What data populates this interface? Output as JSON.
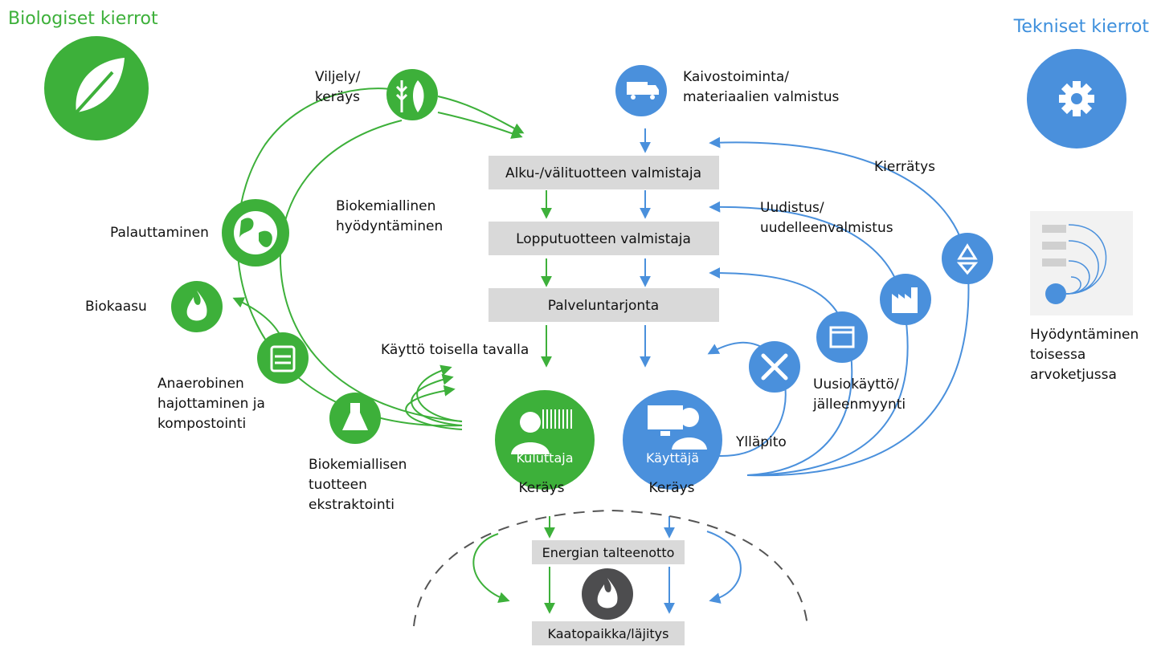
{
  "colors": {
    "green": "#3db03a",
    "blue": "#4a90dc",
    "gray_box": "#d9d9d9",
    "dark_icon": "#4d4d4f"
  },
  "headers": {
    "bio": "Biologiset kierrot",
    "tech": "Tekniset kierrot"
  },
  "boxes": {
    "manufacturer": "Alku-/välituotteen valmistaja",
    "product": "Lopputuotteen valmistaja",
    "service": "Palveluntarjonta",
    "energy": "Energian talteenotto",
    "landfill": "Kaatopaikka/läjitys"
  },
  "bio": {
    "farming_1": "Viljely/",
    "farming_2": "keräys",
    "biochem_1": "Biokemiallinen",
    "biochem_2": "hyödyntäminen",
    "restoration": "Palauttaminen",
    "biogas": "Biokaasu",
    "anaerobic_1": "Anaerobinen",
    "anaerobic_2": "hajottaminen ja",
    "anaerobic_3": "kompostointi",
    "extraction_1": "Biokemiallisen",
    "extraction_2": "tuotteen",
    "extraction_3": "ekstraktointi",
    "cascade": "Käyttö toisella tavalla",
    "consumer": "Kuluttaja",
    "collection": "Keräys"
  },
  "tech": {
    "mining_1": "Kaivostoiminta/",
    "mining_2": "materiaalien valmistus",
    "recycling": "Kierrätys",
    "remanufacture_1": "Uudistus/",
    "remanufacture_2": "uudelleenvalmistus",
    "reuse_1": "Uusiokäyttö/",
    "reuse_2": "jälleenmyynti",
    "maintenance": "Ylläpito",
    "user": "Käyttäjä",
    "collection": "Keräys",
    "other_chain_1": "Hyödyntäminen",
    "other_chain_2": "toisessa",
    "other_chain_3": "arvoketjussa"
  },
  "icons": {
    "leaf": "leaf-icon",
    "gear": "gear-icon",
    "wheat": "wheat-fish-icon",
    "truck": "truck-icon",
    "globe": "globe-icon",
    "flame": "flame-icon",
    "compost": "compost-bin-icon",
    "flask": "flask-icon",
    "consumer": "consumer-barcode-icon",
    "user": "user-computer-icon",
    "tools": "tools-icon",
    "box": "box-icon",
    "factory": "factory-icon",
    "recycle": "recycle-icon",
    "energy": "flame-icon"
  }
}
